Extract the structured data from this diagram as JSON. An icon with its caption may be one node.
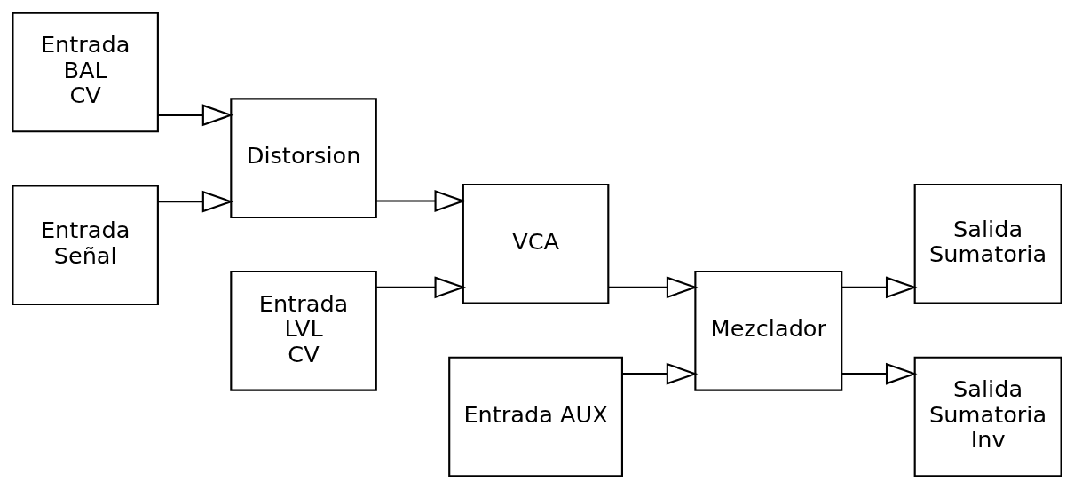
{
  "diagram": {
    "nodes": [
      {
        "text": [
          "Entrada BAL CV"
        ]
      },
      {
        "text": [
          "Entrada LVL CV"
        ]
      },
      {
        "text": [
          "Entrada Señal"
        ]
      },
      {
        "text": [
          "Distorsion"
        ]
      },
      {
        "text": [
          "VCA"
        ]
      },
      {
        "text": [
          "Mezclador"
        ]
      },
      {
        "text": [
          "Salida Sumatoria"
        ]
      },
      {
        "text": [
          "Entrada AUX"
        ]
      },
      {
        "text": [
          "Salida Sumatoria Inv"
        ]
      }
    ],
    "edges": [
      {
        "from": 0,
        "to": 3,
        "arrow": "to"
      },
      {
        "from": 1,
        "to": 4,
        "arrow": "to"
      },
      {
        "from": 2,
        "to": 3,
        "arrow": "to"
      },
      {
        "from": 3,
        "to": 4,
        "arrow": "to"
      },
      {
        "from": 4,
        "to": 5,
        "arrow": "to"
      },
      {
        "from": 5,
        "to": 6,
        "arrow": "to"
      },
      {
        "from": 5,
        "to": 8,
        "arrow": "to"
      },
      {
        "from": 7,
        "to": 5,
        "arrow": "to"
      }
    ]
  }
}
